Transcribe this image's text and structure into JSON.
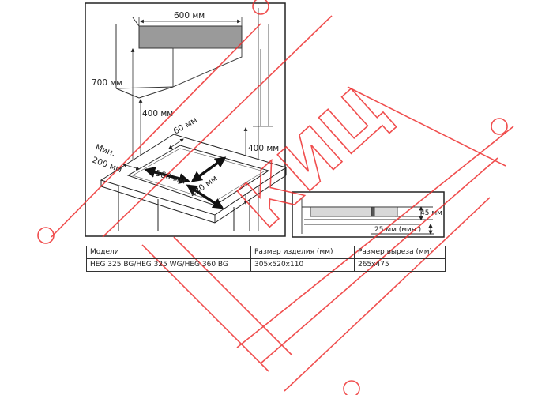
{
  "diagram": {
    "main_labels": {
      "width_600": "600 мм",
      "height_700": "700 мм",
      "height_400_inner": "400 мм",
      "height_400_right": "400 мм",
      "min_label": "Мин.",
      "min_200": "200 мм",
      "gap_60": "60 мм",
      "cut_560": "560 мм",
      "cut_480": "480 мм"
    },
    "detail_labels": {
      "depth_45": "45 мм",
      "clearance_25": "25 мм (мин.)"
    }
  },
  "watermark": {
    "text": "КИЦ"
  },
  "table": {
    "headers": [
      "Модели",
      "Размер изделия (мм)",
      "Размер выреза (мм)"
    ],
    "rows": [
      [
        "HEG 325 BG/HEG 325 WG/HEG 360 BG",
        "305x520x110",
        "265x475"
      ]
    ]
  }
}
